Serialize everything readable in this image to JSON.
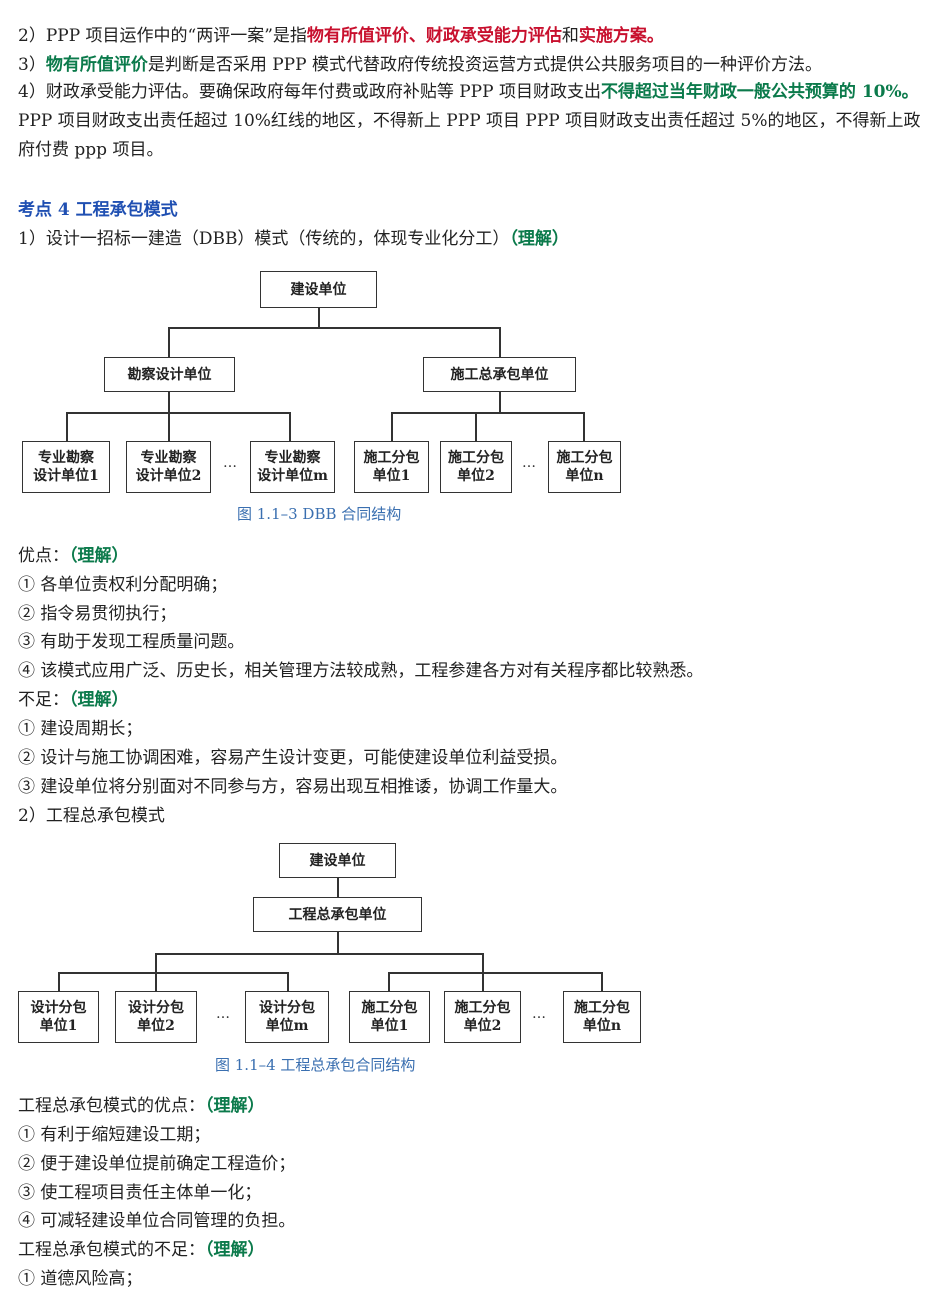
{
  "para2": {
    "prefix": "2）PPP 项目运作中的“两评一案”是指",
    "hl1": "物有所值评价、财政承受能力评估",
    "mid": "和",
    "hl2": "实施方案。"
  },
  "para3": {
    "prefix": "3）",
    "hl": "物有所值评价",
    "rest": "是判断是否采用 PPP 模式代替政府传统投资运营方式提供公共服务项目的一种评价方法。"
  },
  "para4": {
    "prefix": "4）财政承受能力评估。要确保政府每年付费或政府补贴等 PPP 项目财政支出",
    "hl": "不得超过当年财政一般公共预算的 10%。",
    "rest": "PPP 项目财政支出责任超过 10%红线的地区，不得新上 PPP 项目 PPP 项目财政支出责任超过 5%的地区，不得新上政府付费 ppp 项目。"
  },
  "section4_title": "考点 4  工程承包模式",
  "dbb": {
    "heading": "1）设计一招标一建造（DBB）模式（传统的，体现专业化分工）",
    "tag": "（理解）",
    "top": "建设单位",
    "left_mid": "勘察设计单位",
    "right_mid": "施工总承包单位",
    "left_leaves": [
      "专业勘察\n设计单位1",
      "专业勘察\n设计单位2",
      "专业勘察\n设计单位m"
    ],
    "right_leaves": [
      "施工分包\n单位1",
      "施工分包\n单位2",
      "施工分包\n单位n"
    ],
    "ellipsis": "…",
    "caption": "图 1.1–3   DBB 合同结构"
  },
  "adv1": {
    "title": "优点：",
    "tag": "（理解）",
    "items": [
      "① 各单位责权利分配明确；",
      "② 指令易贯彻执行；",
      "③ 有助于发现工程质量问题。",
      "④ 该模式应用广泛、历史长，相关管理方法较成熟，工程参建各方对有关程序都比较熟悉。"
    ]
  },
  "dis1": {
    "title": "不足：",
    "tag": "（理解）",
    "items": [
      "① 建设周期长；",
      "② 设计与施工协调困难，容易产生设计变更，可能使建设单位利益受损。",
      "③ 建设单位将分别面对不同参与方，容易出现互相推诿，协调工作量大。"
    ]
  },
  "gc": {
    "heading": "2）工程总承包模式",
    "top": "建设单位",
    "mid": "工程总承包单位",
    "leaves": [
      "设计分包\n单位1",
      "设计分包\n单位2",
      "设计分包\n单位m",
      "施工分包\n单位1",
      "施工分包\n单位2",
      "施工分包\n单位n"
    ],
    "ellipsis": "…",
    "caption": "图 1.1–4   工程总承包合同结构"
  },
  "adv2": {
    "title": "工程总承包模式的优点：",
    "tag": "（理解）",
    "items": [
      "① 有利于缩短建设工期；",
      "② 便于建设单位提前确定工程造价；",
      "③ 使工程项目责任主体单一化；",
      "④ 可减轻建设单位合同管理的负担。"
    ]
  },
  "dis2": {
    "title": "工程总承包模式的不足：",
    "tag": "（理解）",
    "items": [
      "① 道德风险高；"
    ]
  }
}
